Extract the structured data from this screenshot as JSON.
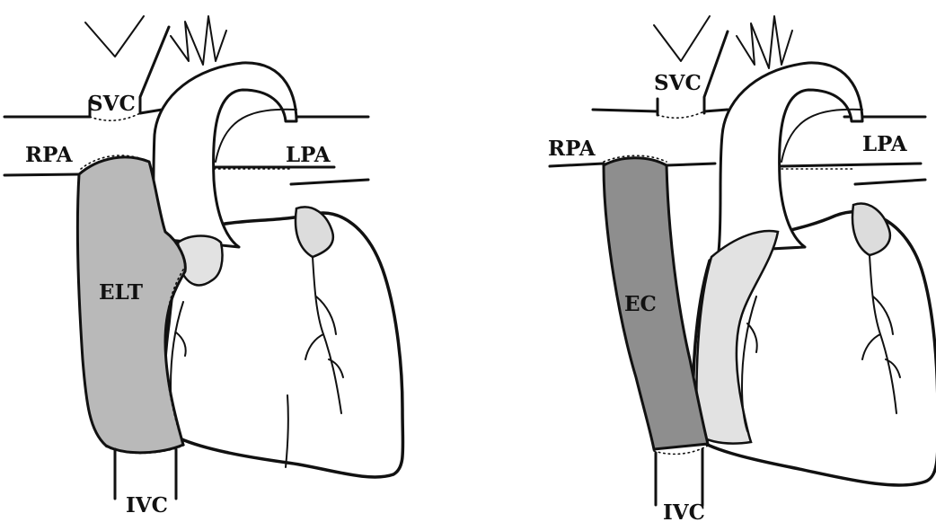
{
  "panels": [
    {
      "labels": {
        "svc": "SVC",
        "rpa": "RPA",
        "lpa": "LPA",
        "conduit": "ELT",
        "ivc": "IVC"
      }
    },
    {
      "labels": {
        "svc": "SVC",
        "rpa": "RPA",
        "lpa": "LPA",
        "conduit": "EC",
        "ivc": "IVC"
      }
    }
  ],
  "colors": {
    "line": "#111111",
    "tunnel_fill": "#b9b9b9",
    "conduit_fill": "#8e8e8e",
    "atrium_fill": "#e2e2e2"
  }
}
